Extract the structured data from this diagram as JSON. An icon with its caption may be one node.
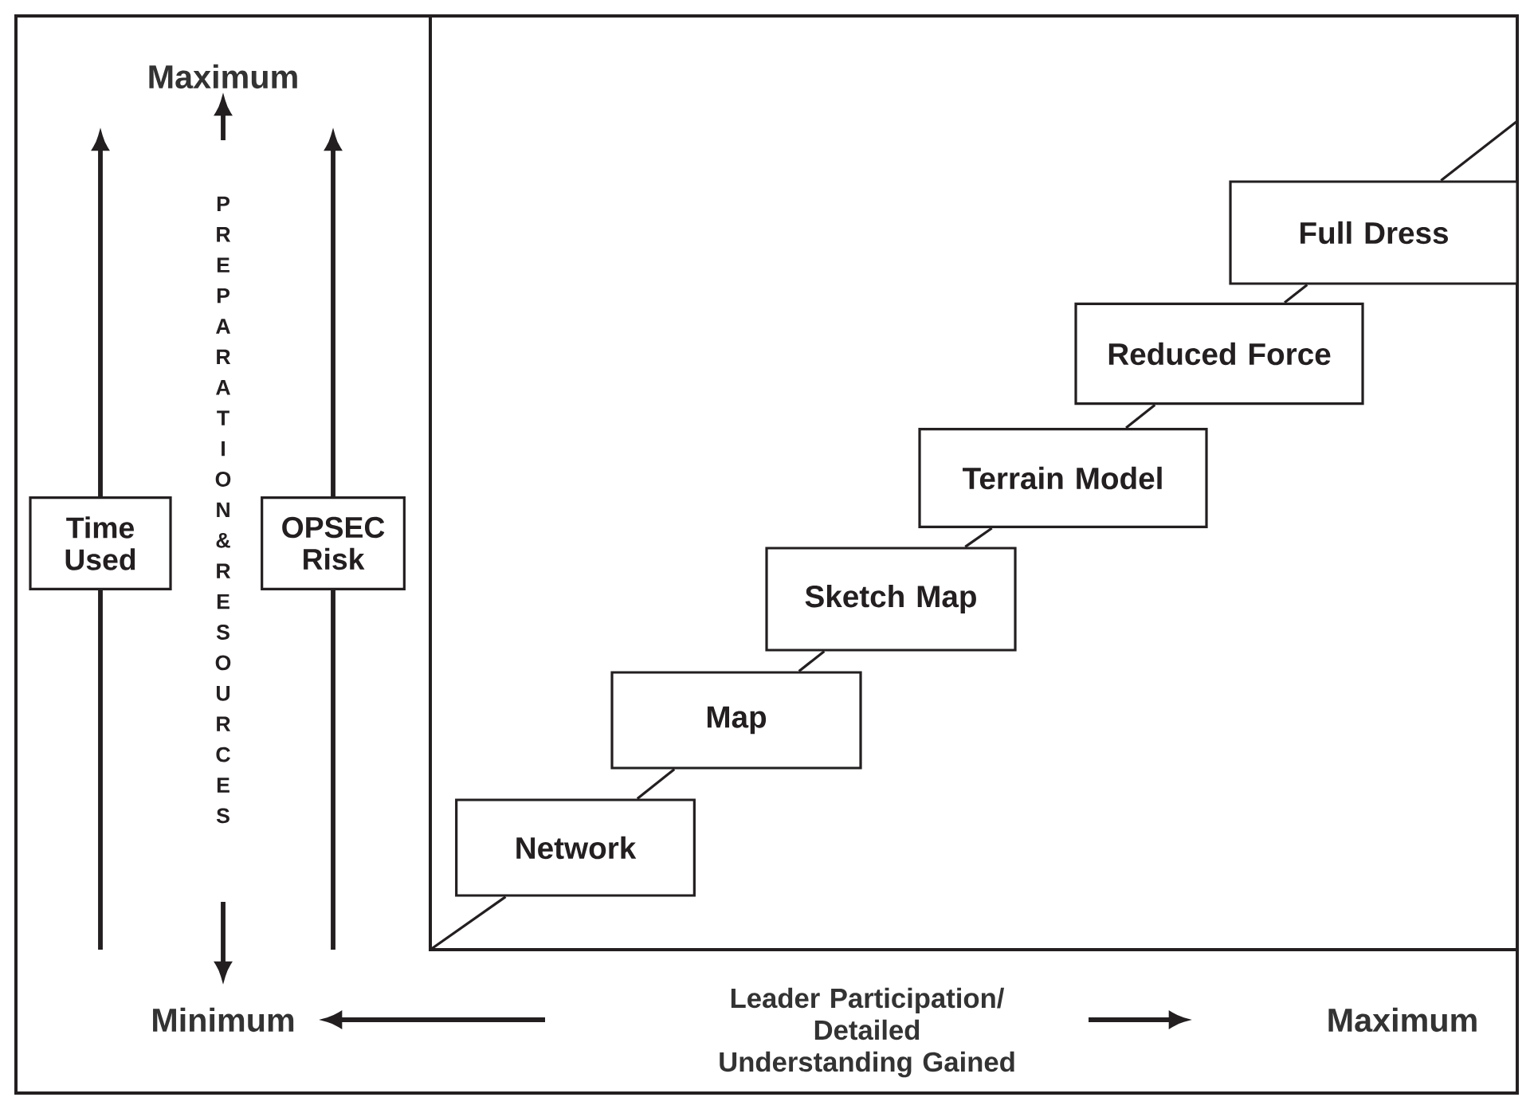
{
  "diagram": {
    "nodes": [
      {
        "text": [
          "Time Used"
        ]
      },
      {
        "text": [
          "OPSEC Risk"
        ]
      },
      {
        "text": [
          "Network"
        ]
      },
      {
        "text": [
          "Map"
        ]
      },
      {
        "text": [
          "Sketch Map"
        ]
      },
      {
        "text": [
          "Terrain Model"
        ]
      },
      {
        "text": [
          "Reduced Force"
        ]
      },
      {
        "text": [
          "Full Dress"
        ]
      }
    ],
    "edges": [
      {
        "from": null,
        "to": 2,
        "arrow": "none"
      },
      {
        "from": 2,
        "to": 3,
        "arrow": "none"
      },
      {
        "from": 3,
        "to": 4,
        "arrow": "none"
      },
      {
        "from": 4,
        "to": 5,
        "arrow": "none"
      },
      {
        "from": 5,
        "to": 6,
        "arrow": "none"
      },
      {
        "from": 6,
        "to": 7,
        "arrow": "none"
      },
      {
        "from": 7,
        "to": null,
        "arrow": "none"
      }
    ],
    "labels": [
      "Maximum",
      "PREPARATION & RESOURCES",
      "Minimum",
      "Leader Participation/ Detailed Understanding Gained",
      "Maximum"
    ]
  }
}
